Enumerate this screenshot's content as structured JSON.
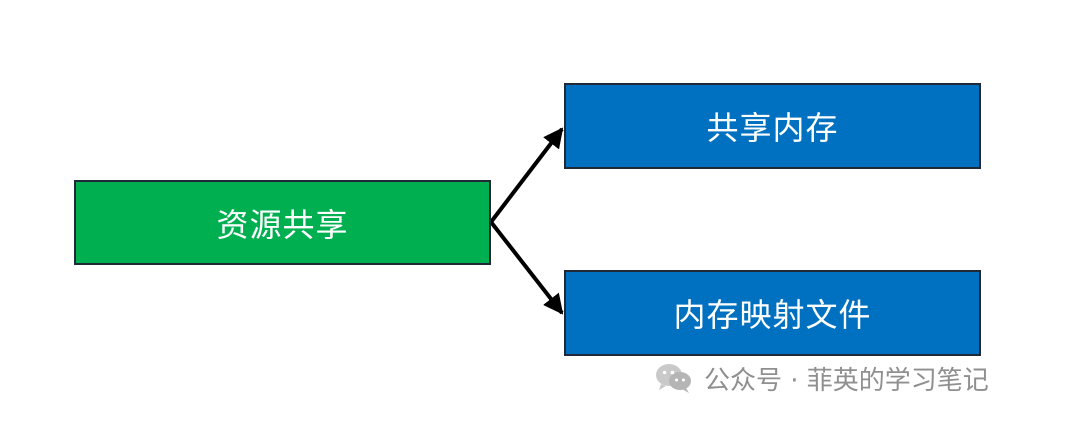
{
  "diagram": {
    "root": {
      "label": "资源共享",
      "color": "#00b050"
    },
    "children": [
      {
        "label": "共享内存",
        "color": "#0070c0"
      },
      {
        "label": "内存映射文件",
        "color": "#0070c0"
      }
    ],
    "edge_color": "#000000",
    "border_color": "#1f2a36"
  },
  "watermark": {
    "icon": "wechat-icon",
    "text": "公众号 · 菲英的学习笔记",
    "color": "#8f8f8f"
  }
}
